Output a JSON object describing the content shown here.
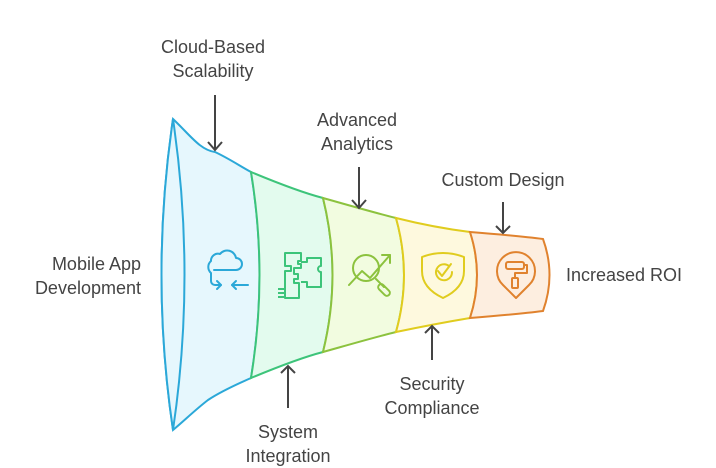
{
  "diagram": {
    "type": "funnel",
    "input_label": [
      "Mobile App",
      "Development"
    ],
    "output_label": "Increased ROI",
    "stages": [
      {
        "name": "Cloud-Based Scalability",
        "label_lines": [
          "Cloud-Based",
          "Scalability"
        ],
        "label_side": "top",
        "icon": "cloud-sync-icon",
        "stroke": "#2BA8D8",
        "fill": "#E6F7FD"
      },
      {
        "name": "System Integration",
        "label_lines": [
          "System",
          "Integration"
        ],
        "label_side": "bottom",
        "icon": "puzzle-integration-icon",
        "stroke": "#3DC47A",
        "fill": "#E3FBEE"
      },
      {
        "name": "Advanced Analytics",
        "label_lines": [
          "Advanced",
          "Analytics"
        ],
        "label_side": "top",
        "icon": "analytics-magnifier-icon",
        "stroke": "#8CC23E",
        "fill": "#F2FCE0"
      },
      {
        "name": "Security Compliance",
        "label_lines": [
          "Security",
          "Compliance"
        ],
        "label_side": "bottom",
        "icon": "shield-check-icon",
        "stroke": "#E0CC1E",
        "fill": "#FEF9DE"
      },
      {
        "name": "Custom Design",
        "label_lines": [
          "Custom Design"
        ],
        "label_side": "top",
        "icon": "paint-roller-pin-icon",
        "stroke": "#E0822E",
        "fill": "#FDEEE0"
      }
    ],
    "text_color": "#444444",
    "arrow_color": "#444444"
  }
}
